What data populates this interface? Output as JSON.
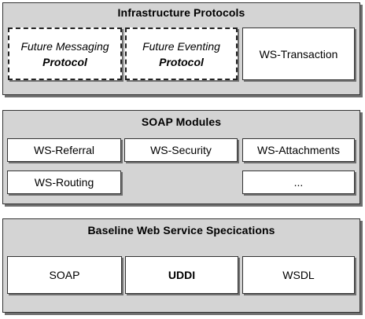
{
  "layers": [
    {
      "title": "Infrastructure Protocols",
      "boxes": [
        {
          "line1": "Future Messaging",
          "line2": "Protocol",
          "style": "dashed"
        },
        {
          "line1": "Future Eventing",
          "line2": "Protocol",
          "style": "dashed"
        },
        {
          "label": "WS-Transaction"
        }
      ]
    },
    {
      "title": "SOAP Modules",
      "boxes": [
        {
          "label": "WS-Referral"
        },
        {
          "label": "WS-Security"
        },
        {
          "label": "WS-Attachments"
        },
        {
          "label": "WS-Routing"
        },
        {
          "label": "..."
        }
      ]
    },
    {
      "title": "Baseline Web Service Specications",
      "boxes": [
        {
          "label": "SOAP"
        },
        {
          "label": "UDDI",
          "style": "bold"
        },
        {
          "label": "WSDL"
        }
      ]
    }
  ]
}
